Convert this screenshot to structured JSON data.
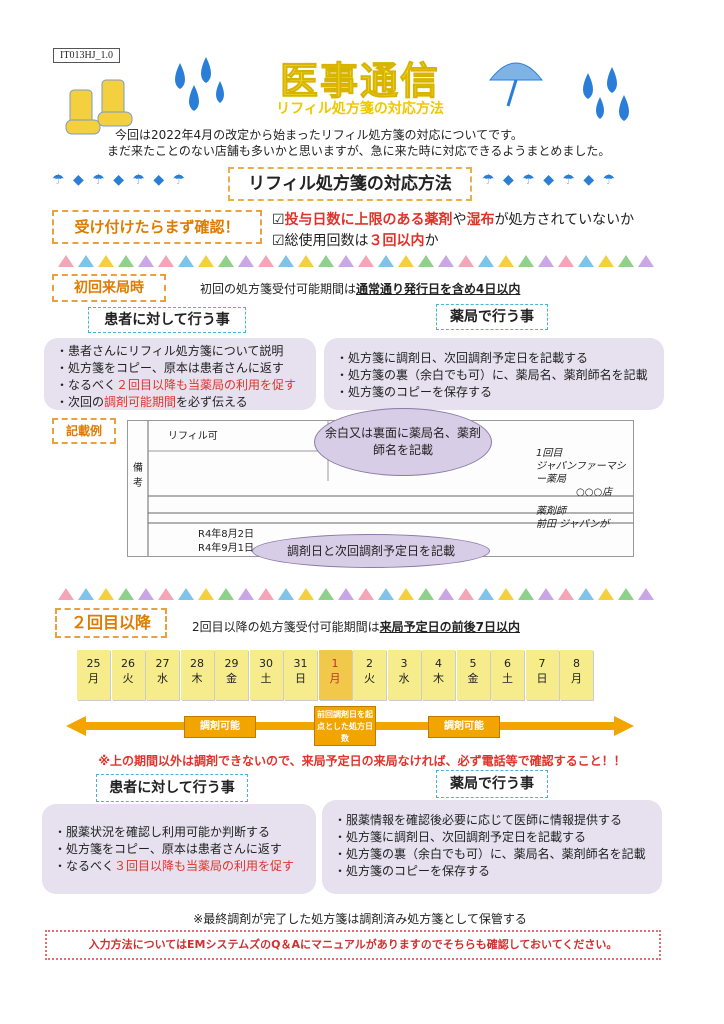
{
  "doc_code": "IT013HJ_1.0",
  "title": "医事通信",
  "subtitle": "リフィル処方箋の対応方法",
  "intro": {
    "line1": "今回は2022年4月の改定から始まったリフィル処方箋の対応についてです。",
    "line2": "まだ来たことのない店舗も多いかと思いますが、急に来た時に対応できるようまとめました。"
  },
  "banner": "リフィル処方箋の対応方法",
  "check_label": "受け付けたらまず確認！",
  "checks": {
    "c1_pre": "☑",
    "c1_red1": "投与日数に上限のある薬剤",
    "c1_mid": "や",
    "c1_red2": "湿布",
    "c1_post": "が処方されていないか",
    "c2_pre": "☑総使用回数は",
    "c2_red": "３回以内",
    "c2_post": "か"
  },
  "first": {
    "label": "初回来局時",
    "period_pre": "初回の処方箋受付可能期間は",
    "period_bold": "通常通り発行日を含め4日以内",
    "patient_pill": "患者に対して行う事",
    "pharmacy_pill": "薬局で行う事",
    "patient_items": [
      "・患者さんにリフィル処方箋について説明",
      "・処方箋をコピー、原本は患者さんに返す"
    ],
    "patient_item3_pre": "・なるべく",
    "patient_item3_red": "２回目以降も当薬局の利用を促す",
    "patient_item4_pre": "・次回の",
    "patient_item4_red": "調剤可能期間",
    "patient_item4_post": "を必ず伝える",
    "pharmacy_items": [
      "・処方箋に調剤日、次回調剤予定日を記載する",
      "・処方箋の裏（余白でも可）に、薬局名、薬剤師名を記載",
      "・処方箋のコピーを保存する"
    ],
    "example_label": "記載例",
    "bubble_top": "余白又は裏面に薬局名、薬剤師名を記載",
    "bubble_bottom": "調剤日と次回調剤予定日を記載",
    "handwriting": {
      "l1": "1回目",
      "l2": "ジャパンファーマシー薬局",
      "l3": "○○○店",
      "l4": "薬剤師",
      "l5": "前田 ジャパンが"
    },
    "form_stamp": "リフィル可",
    "form_d1": "R4年8月2日",
    "form_d2": "R4年9月1日",
    "form_side": "備考"
  },
  "second": {
    "label": "２回目以降",
    "period_pre": "2回目以降の処方箋受付可能期間は",
    "period_bold": "来局予定日の前後7日以内",
    "calendar": [
      {
        "d": "25",
        "w": "月"
      },
      {
        "d": "26",
        "w": "火"
      },
      {
        "d": "27",
        "w": "水"
      },
      {
        "d": "28",
        "w": "木"
      },
      {
        "d": "29",
        "w": "金"
      },
      {
        "d": "30",
        "w": "土"
      },
      {
        "d": "31",
        "w": "日"
      },
      {
        "d": "1",
        "w": "月"
      },
      {
        "d": "2",
        "w": "火"
      },
      {
        "d": "3",
        "w": "水"
      },
      {
        "d": "4",
        "w": "木"
      },
      {
        "d": "5",
        "w": "金"
      },
      {
        "d": "6",
        "w": "土"
      },
      {
        "d": "7",
        "w": "日"
      },
      {
        "d": "8",
        "w": "月"
      }
    ],
    "tag_left": "調剤可能",
    "tag_center": "前回調剤日を起点とした処方日数",
    "tag_right": "調剤可能",
    "warning": "※上の期間以外は調剤できないので、来局予定日の来局なければ、必ず電話等で確認すること！！",
    "patient_pill": "患者に対して行う事",
    "pharmacy_pill": "薬局で行う事",
    "patient_items": [
      "・服薬状況を確認し利用可能か判断する",
      "・処方箋をコピー、原本は患者さんに返す"
    ],
    "patient_item3_pre": "・なるべく",
    "patient_item3_red": "３回目以降も当薬局の利用を促す",
    "pharmacy_items": [
      "・服薬情報を確認後必要に応じて医師に情報提供する",
      "・処方箋に調剤日、次回調剤予定日を記載する",
      "・処方箋の裏（余白でも可）に、薬局名、薬剤師名を記載",
      "・処方箋のコピーを保存する"
    ]
  },
  "final_note": "※最終調剤が完了した処方箋は調剤済み処方箋として保管する",
  "bottom_note": "入力方法についてはEMシステムズのQ＆Aにマニュアルがありますのでそちらも確認しておいてください。",
  "colors": {
    "accent": "#f2a400",
    "red": "#e0332a",
    "card": "#e6e0ef",
    "title": "#f6e642"
  }
}
